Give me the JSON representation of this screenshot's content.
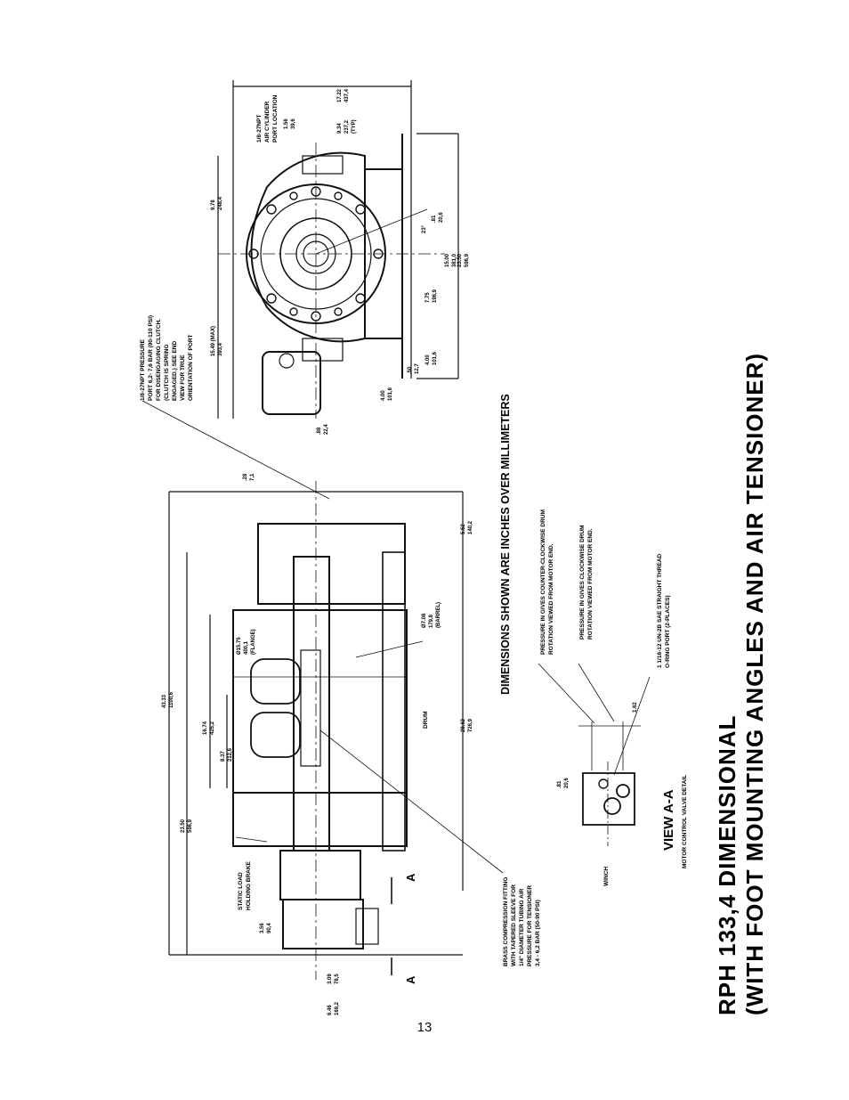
{
  "title": {
    "line1": "RPH 133,4 DIMENSIONAL",
    "line2": "(WITH FOOT MOUNTING ANGLES AND AIR TENSIONER)"
  },
  "page_number": "13",
  "notes": {
    "units": "DIMENSIONS SHOWN ARE INCHES OVER MILLIMETERS",
    "ccw": [
      "PRESSURE IN GIVES COUNTER-CLOCKWISE DRUM",
      "ROTATION VIEWED FROM MOTOR END."
    ],
    "cw": [
      "PRESSURE IN GIVES CLOCKWISE DRUM",
      "ROTATION VIEWED FROM MOTOR END."
    ],
    "oring": [
      "1 1/16-12 UN-2B SAE STRAIGHT THREAD",
      "O-RING PORT (2-PLACES)"
    ],
    "clutch_port": [
      "1/8-27NPT PRESSURE",
      "PORT 6,2- 7,6 BAR (90-110 PSI)",
      "FOR DISENGAGING CLUTCH.",
      "(CLUTCH IS SPRING",
      "ENGAGED.) SEE END",
      "VIEW FOR TRUE",
      "ORIENTATION OF PORT"
    ],
    "air_cyl": [
      "1/8-27NPT",
      "AIR CYLINDER",
      "PORT LOCATION"
    ],
    "brass": [
      "BRASS COMPRESSION FITTING",
      "WITH TAPERED SLEEVE FOR",
      "1/4\" DIAMETER TUBING AIR",
      "PRESSURE FOR TENSIONER",
      "3,4 - 6,2 BAR (50-90 PSI)"
    ],
    "brake": [
      "STATIC LOAD",
      "HOLDING BRAKE"
    ],
    "barrel": [
      "Ø7.08",
      "179,8",
      "(BARREL)"
    ],
    "flange": [
      "Ø15.75",
      "400,1",
      "(FLANGE)"
    ],
    "drum": "DRUM"
  },
  "view_aa": {
    "title": "VIEW A-A",
    "subtitle": "MOTOR CONTROL VALVE DETAIL",
    "winch": "WINCH",
    "dim1": "1.62",
    "dim2": [
      "",
      ".81",
      "20,6"
    ]
  },
  "section_arrows": [
    "A",
    "A"
  ],
  "dims": {
    "d43": [
      "43.33",
      "1100,6"
    ],
    "d23a": [
      "23.50",
      "596,9"
    ],
    "d16": [
      "16.74",
      "425,2"
    ],
    "d8": [
      "8.37",
      "212,6"
    ],
    "d28": [
      ".28",
      "7,1"
    ],
    "d552": [
      "5.52",
      "140,2"
    ],
    "d2862": [
      "28.62",
      "726,9"
    ],
    "d356": [
      "3.56",
      "90,4"
    ],
    "d309": [
      "3.09",
      "78,5"
    ],
    "d646": [
      "6.46",
      "169,2"
    ],
    "d1722": [
      "17.22",
      "437,4"
    ],
    "d934": [
      "9.34",
      "237,2",
      "(TYP)"
    ],
    "d156": [
      "1.56",
      "39,6"
    ],
    "d978": [
      "9.78",
      "248,4"
    ],
    "d81b": [
      ".81",
      "20,6"
    ],
    "angle": "23°",
    "d1549": [
      "15.49 (MAX)",
      "393,4"
    ],
    "d775": [
      "7.75",
      "196,9"
    ],
    "d1500": [
      "15.00",
      "381,0"
    ],
    "d2350b": [
      "23.50",
      "596,9"
    ],
    "d400a": [
      "4.00",
      "101,6"
    ],
    "d400b": [
      "4.00",
      "101,6"
    ],
    "d50": [
      ".50",
      "12,7"
    ],
    "d88": [
      ".88",
      "22,4"
    ]
  }
}
